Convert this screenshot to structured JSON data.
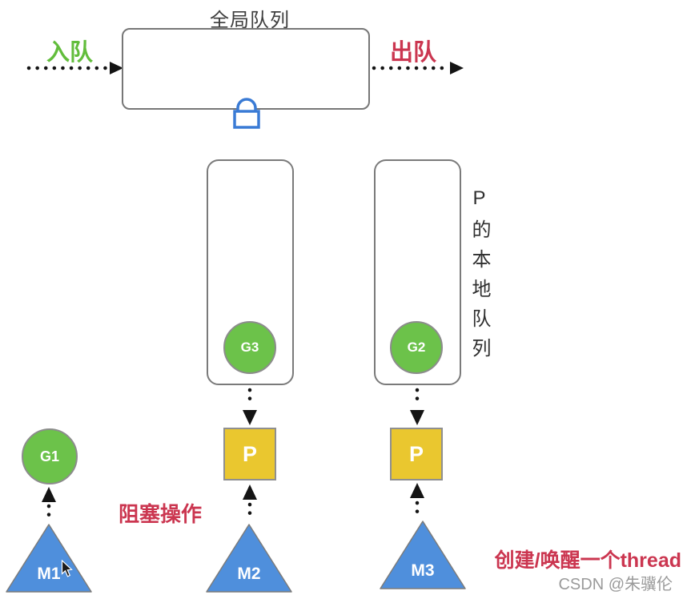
{
  "diagram": {
    "global_queue": {
      "title": "全局队列",
      "enqueue_label": "入队",
      "dequeue_label": "出队"
    },
    "local_queues": {
      "side_label": "P的本地队列"
    },
    "goroutines": {
      "g1": "G1",
      "g2": "G2",
      "g3": "G3"
    },
    "processors": {
      "p1": "P",
      "p2": "P"
    },
    "threads": {
      "m1": "M1",
      "m2": "M2",
      "m3": "M3"
    },
    "annotations": {
      "blocking_op": "阻塞操作",
      "create_wake_thread": "创建/唤醒一个thread"
    },
    "watermark": "CSDN @朱骥伦",
    "icons": {
      "lock": "closed-padlock",
      "cursor": "mouse-pointer-arrow"
    },
    "colors": {
      "goroutine_green": "#6cc24a",
      "enqueue_green": "#62bd3c",
      "accent_red": "#cb3650",
      "processor_yellow": "#eac72f",
      "thread_blue": "#4f8fdc",
      "lock_blue": "#3a7bd5",
      "connector_black": "#141414",
      "outline_gray": "#7a7a7a",
      "watermark_gray": "#9a9a9a"
    }
  }
}
